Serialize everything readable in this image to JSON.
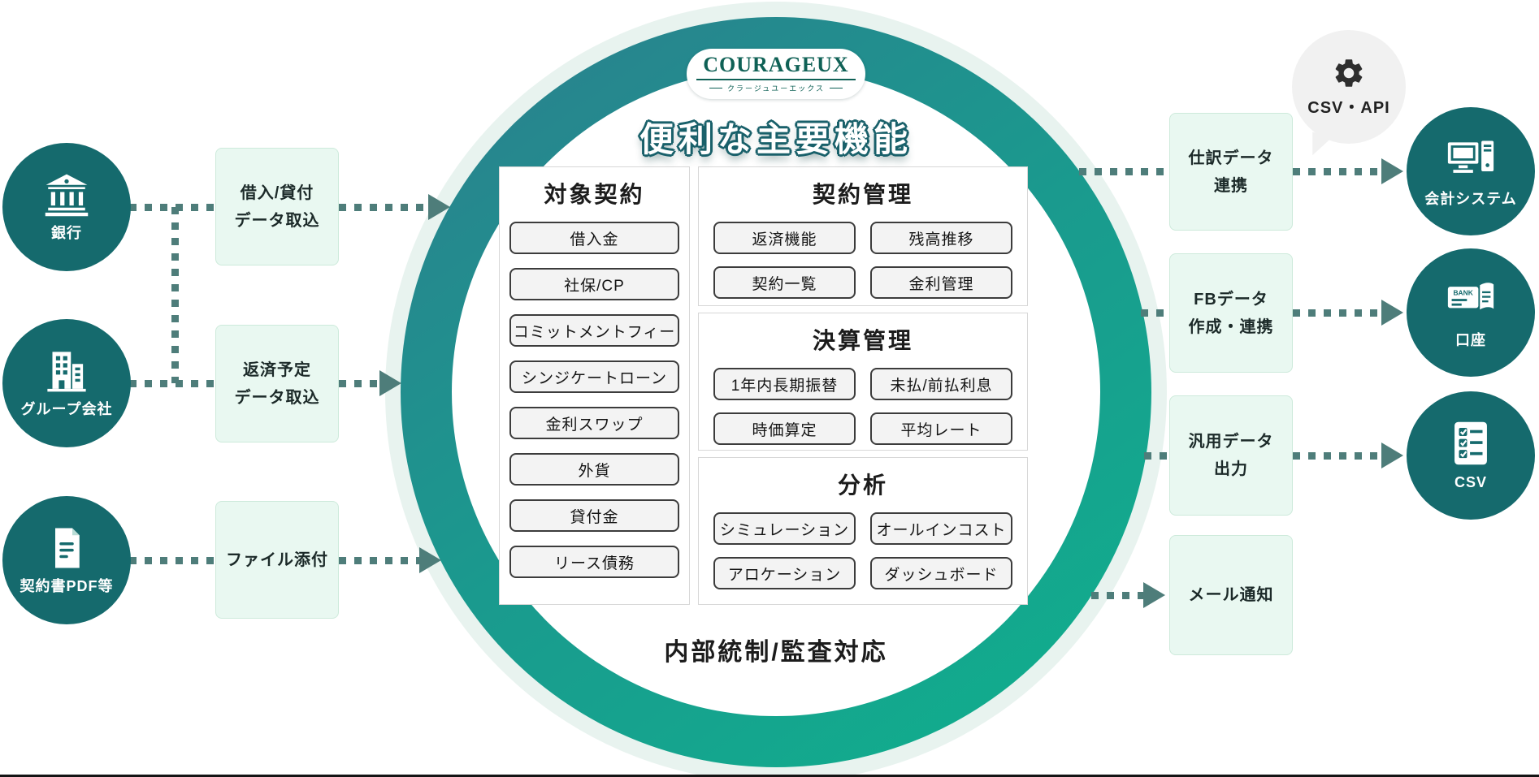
{
  "colors": {
    "brand_dark_teal": "#156a6d",
    "ring_gradient_start": "#2c7e8e",
    "ring_gradient_end": "#0fb18d",
    "mint_box_bg": "#e9f8f1",
    "connector": "#4e7d7a",
    "logo_green": "#0f6156"
  },
  "logo": {
    "name": "COURAGEUX",
    "kana": "クラージュユーエックス"
  },
  "center": {
    "title": "便利な主要機能",
    "footer": "内部統制/監査対応",
    "panels": {
      "contracts": {
        "title": "対象契約",
        "items": [
          "借入金",
          "社保/CP",
          "コミットメントフィー",
          "シンジケートローン",
          "金利スワップ",
          "外貨",
          "貸付金",
          "リース債務"
        ]
      },
      "management": {
        "title": "契約管理",
        "items": [
          "返済機能",
          "残高推移",
          "契約一覧",
          "金利管理"
        ]
      },
      "closing": {
        "title": "決算管理",
        "items": [
          "1年内長期振替",
          "未払/前払利息",
          "時価算定",
          "平均レート"
        ]
      },
      "analysis": {
        "title": "分析",
        "items": [
          "シミュレーション",
          "オールインコスト",
          "アロケーション",
          "ダッシュボード"
        ]
      }
    }
  },
  "left": {
    "sources": [
      {
        "label": "銀行",
        "icon": "bank-icon"
      },
      {
        "label": "グループ会社",
        "icon": "office-building-icon"
      },
      {
        "label": "契約書PDF等",
        "icon": "document-icon"
      }
    ],
    "processes": [
      {
        "label": "借入/貸付\nデータ取込"
      },
      {
        "label": "返済予定\nデータ取込"
      },
      {
        "label": "ファイル添付"
      }
    ]
  },
  "right": {
    "bubble": {
      "label": "CSV・API",
      "icon": "gear-icon"
    },
    "outputs": [
      {
        "label": "仕訳データ\n連携"
      },
      {
        "label": "FBデータ\n作成・連携"
      },
      {
        "label": "汎用データ\n出力"
      },
      {
        "label": "メール通知"
      }
    ],
    "targets": [
      {
        "label": "会計システム",
        "icon": "accounting-system-icon"
      },
      {
        "label": "口座",
        "icon": "bank-account-icon",
        "badge": "BANK"
      },
      {
        "label": "CSV",
        "icon": "csv-checklist-icon"
      }
    ]
  }
}
